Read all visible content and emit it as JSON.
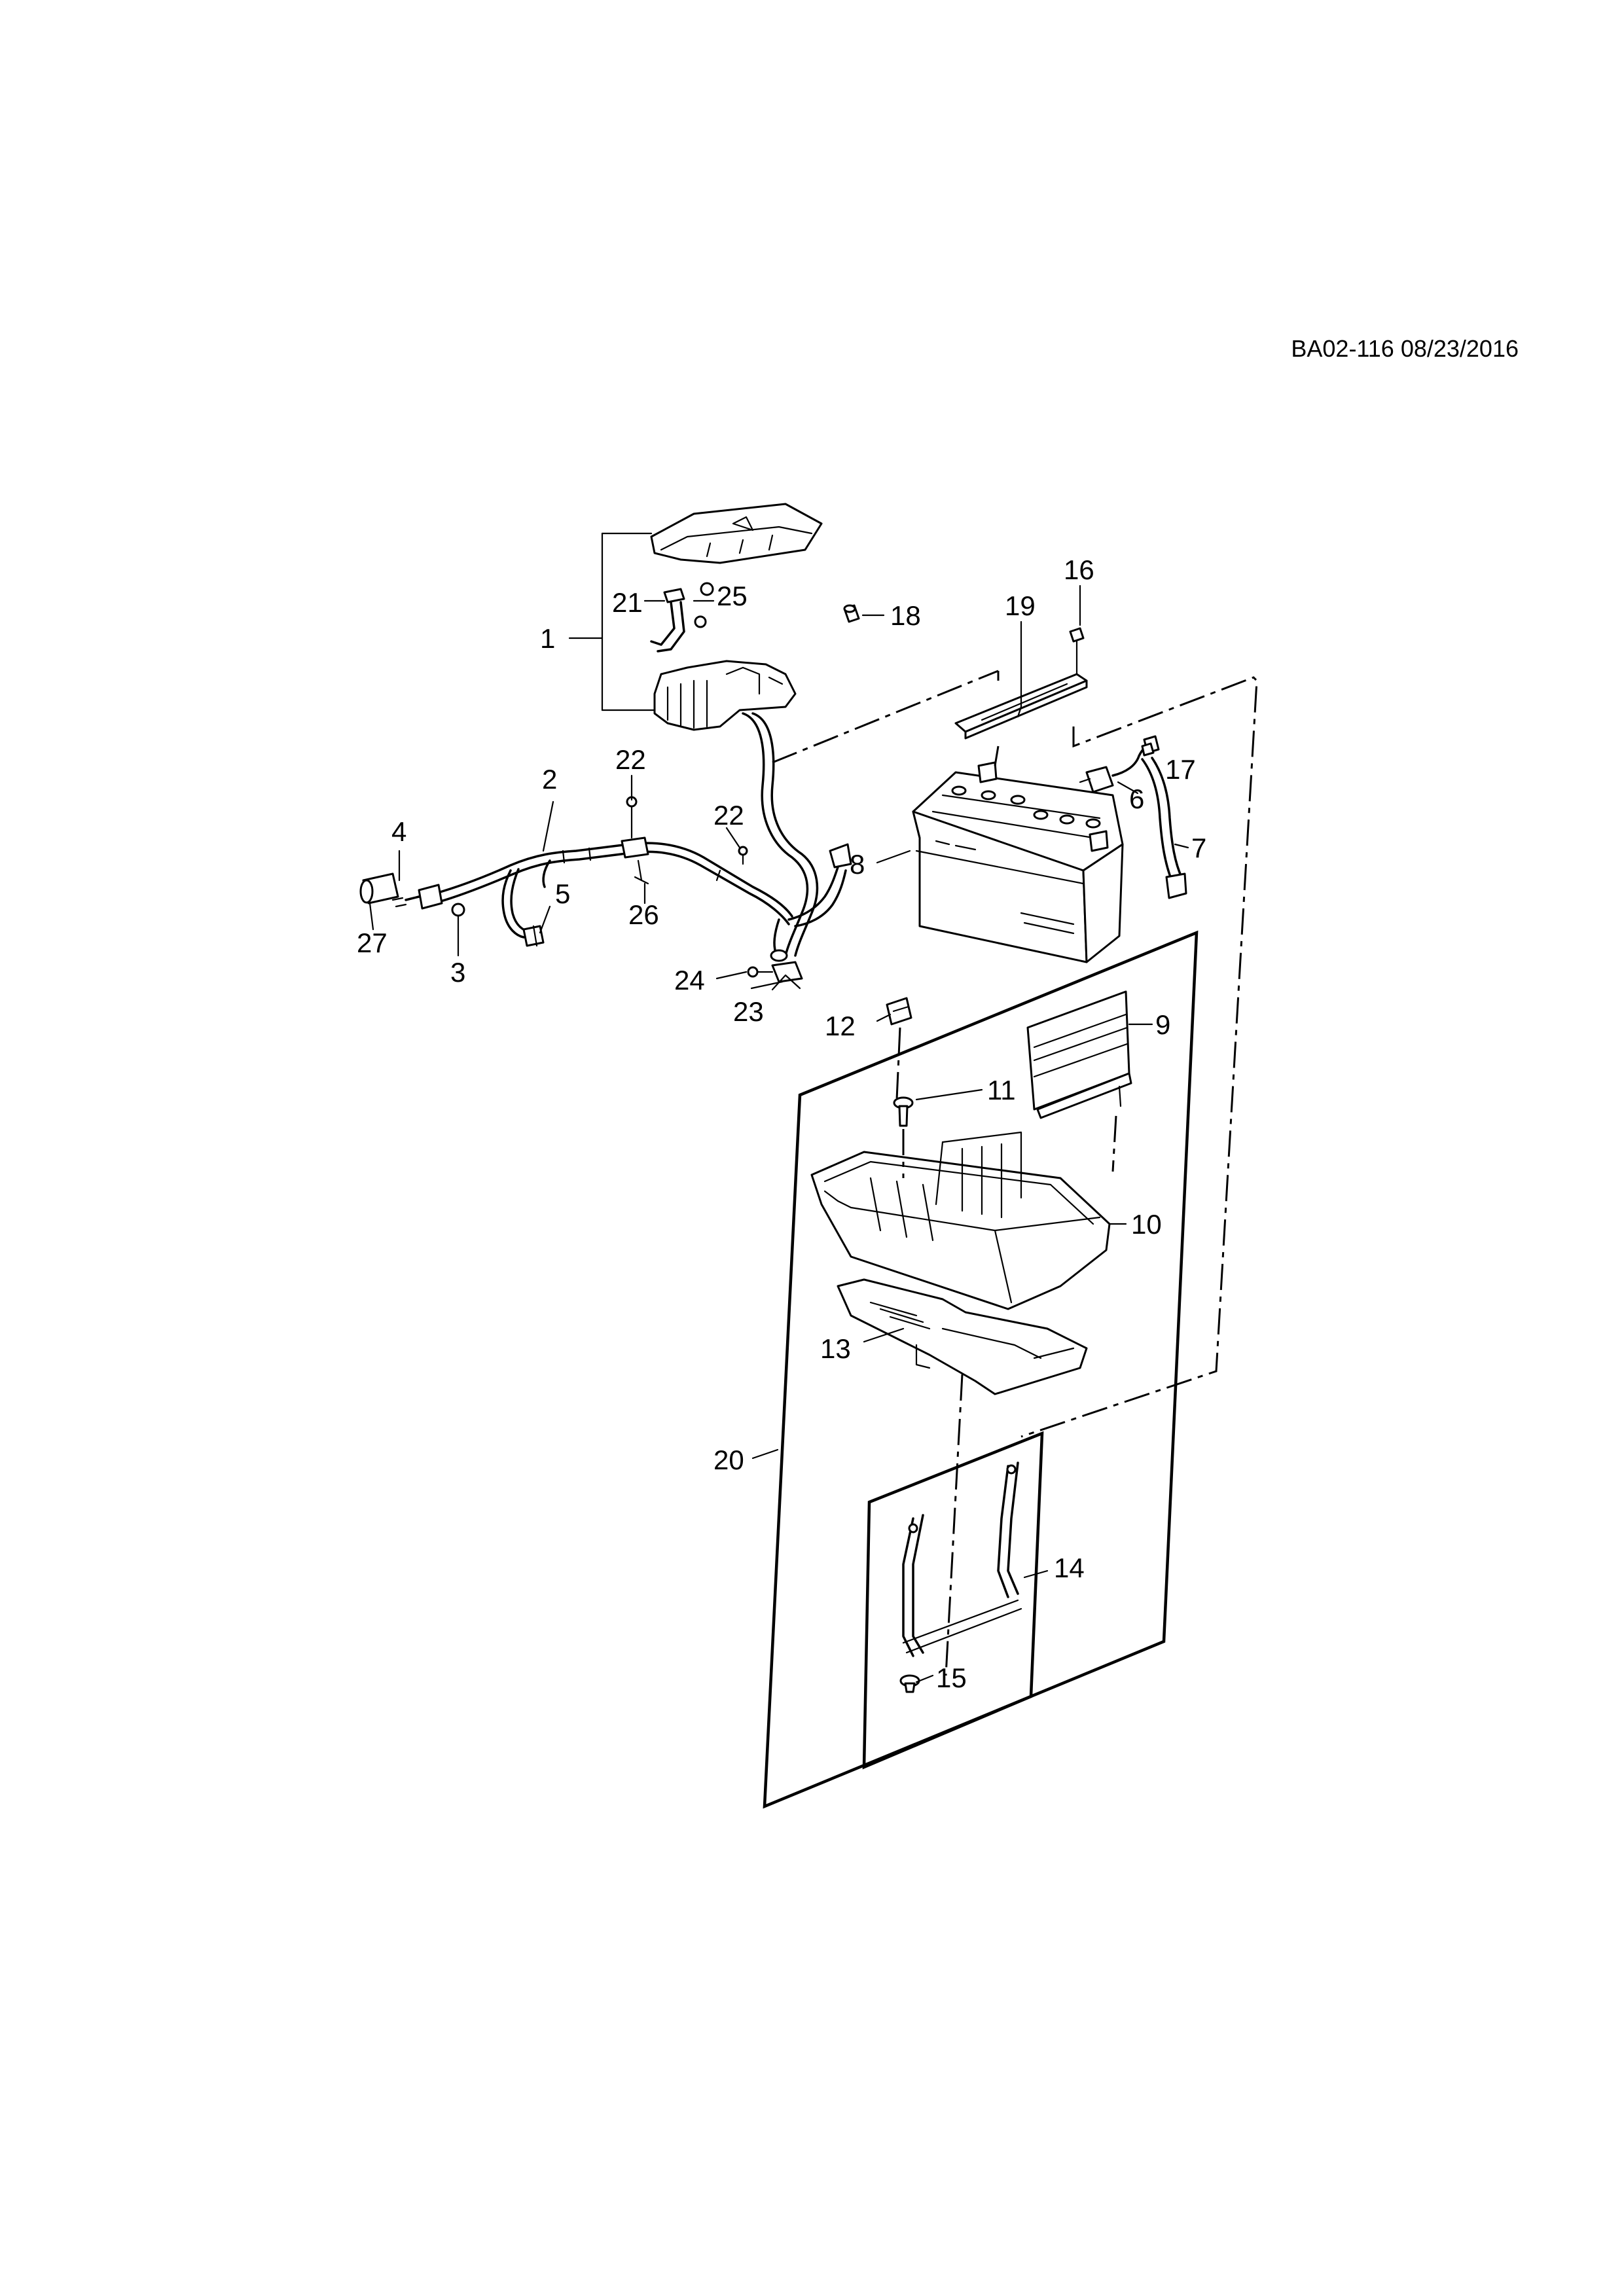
{
  "header": {
    "reference": "BA02-116 08/23/2016"
  },
  "callouts": [
    {
      "id": "c1",
      "label": "1"
    },
    {
      "id": "c2",
      "label": "2"
    },
    {
      "id": "c3",
      "label": "3"
    },
    {
      "id": "c4",
      "label": "4"
    },
    {
      "id": "c5",
      "label": "5"
    },
    {
      "id": "c6",
      "label": "6"
    },
    {
      "id": "c7",
      "label": "7"
    },
    {
      "id": "c8",
      "label": "8"
    },
    {
      "id": "c9",
      "label": "9"
    },
    {
      "id": "c10",
      "label": "10"
    },
    {
      "id": "c11",
      "label": "11"
    },
    {
      "id": "c12",
      "label": "12"
    },
    {
      "id": "c13",
      "label": "13"
    },
    {
      "id": "c14",
      "label": "14"
    },
    {
      "id": "c15",
      "label": "15"
    },
    {
      "id": "c16",
      "label": "16"
    },
    {
      "id": "c17",
      "label": "17"
    },
    {
      "id": "c18",
      "label": "18"
    },
    {
      "id": "c19",
      "label": "19"
    },
    {
      "id": "c20",
      "label": "20"
    },
    {
      "id": "c21",
      "label": "21"
    },
    {
      "id": "c22a",
      "label": "22"
    },
    {
      "id": "c22b",
      "label": "22"
    },
    {
      "id": "c23",
      "label": "23"
    },
    {
      "id": "c24",
      "label": "24"
    },
    {
      "id": "c25",
      "label": "25"
    },
    {
      "id": "c26",
      "label": "26"
    },
    {
      "id": "c27",
      "label": "27"
    }
  ]
}
